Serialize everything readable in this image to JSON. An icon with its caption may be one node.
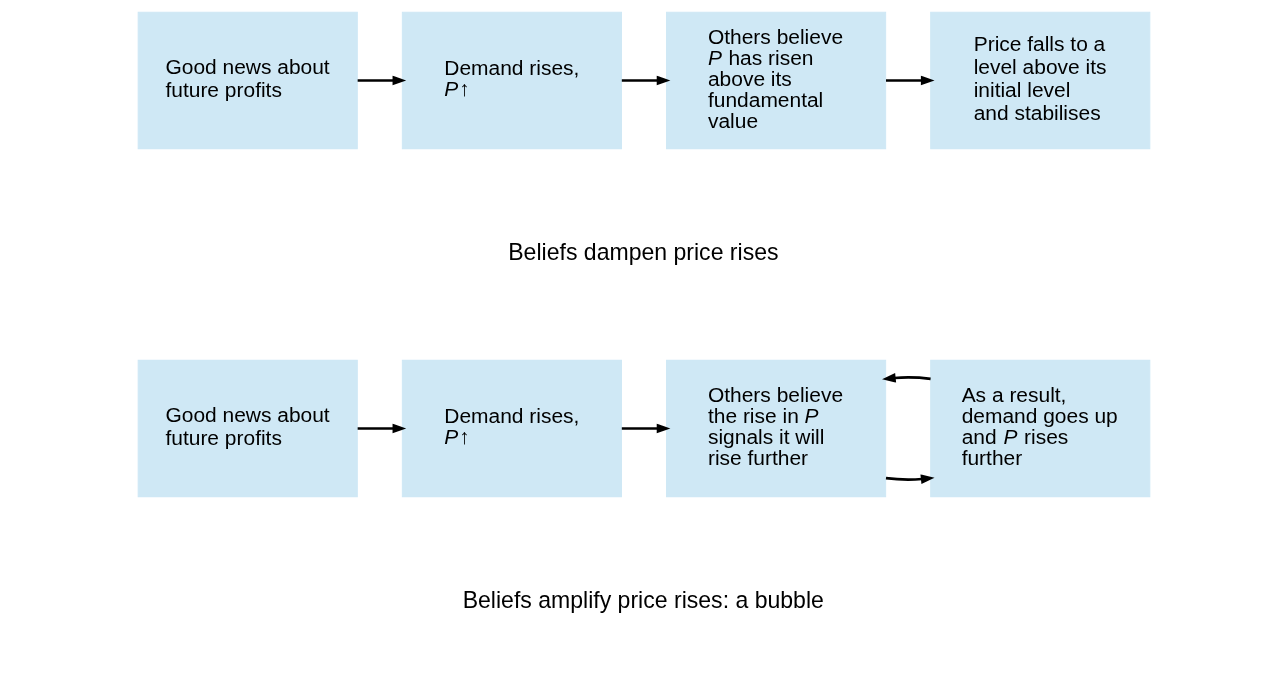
{
  "diagram": {
    "nodes": [
      {
        "text": [
          "Good news about future profits"
        ]
      },
      {
        "text": [
          "Demand rises, *P*↑"
        ]
      },
      {
        "text": [
          "Others believe *P* has risen above its fundamental value"
        ]
      },
      {
        "text": [
          "Price falls to a level above its initial level and stabilises"
        ]
      },
      {
        "text": [
          "Good news about future profits"
        ]
      },
      {
        "text": [
          "Demand rises, *P*↑"
        ]
      },
      {
        "text": [
          "Others believe the rise in *P* signals it will rise further"
        ]
      },
      {
        "text": [
          "As a result, demand goes up and *P* rises further"
        ]
      }
    ],
    "edges": [
      {
        "from": 0,
        "to": 1,
        "arrow": "to"
      },
      {
        "from": 1,
        "to": 2,
        "arrow": "to"
      },
      {
        "from": 2,
        "to": 3,
        "arrow": "to"
      },
      {
        "from": 4,
        "to": 5,
        "arrow": "to"
      },
      {
        "from": 5,
        "to": 6,
        "arrow": "to"
      },
      {
        "from": 6,
        "to": 7,
        "arrow": "to"
      },
      {
        "from": 7,
        "to": 6,
        "arrow": "to"
      }
    ],
    "labels": [
      "Beliefs dampen price rises",
      "Beliefs amplify price rises: a bubble"
    ]
  }
}
